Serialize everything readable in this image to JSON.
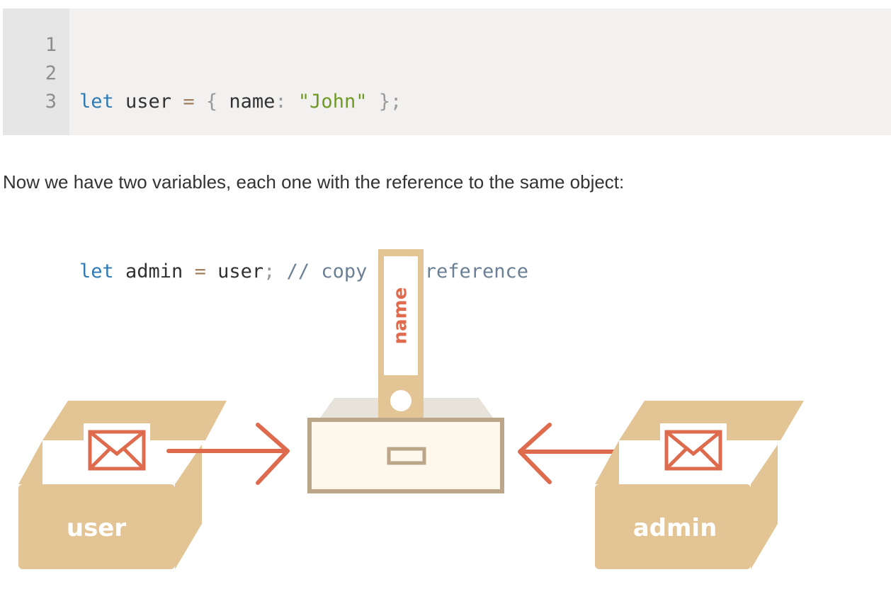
{
  "code": {
    "line_numbers": [
      "1",
      "2",
      "3"
    ],
    "line1": {
      "kw": "let",
      "ident": " user ",
      "op": "=",
      "open": " { ",
      "prop": "name",
      "colon": ": ",
      "str": "\"John\"",
      "close": " };"
    },
    "line3": {
      "kw": "let",
      "ident": " admin ",
      "op": "=",
      "ident2": " user",
      "semi": ";",
      "comment": " // copy the reference"
    }
  },
  "prose": {
    "text": "Now we have two variables, each one with the reference to the same object:"
  },
  "diagram": {
    "left_box_label": "user",
    "right_box_label": "admin",
    "folder_label": "name",
    "colors": {
      "box": "#e3c494",
      "box_dark": "#d4b07c",
      "envelope": "#df6b4f",
      "arrow": "#df6b4f",
      "drawer_border": "#bba68a",
      "drawer_fill": "#fdf7ec",
      "cabinet_top": "#e8e3da"
    }
  }
}
